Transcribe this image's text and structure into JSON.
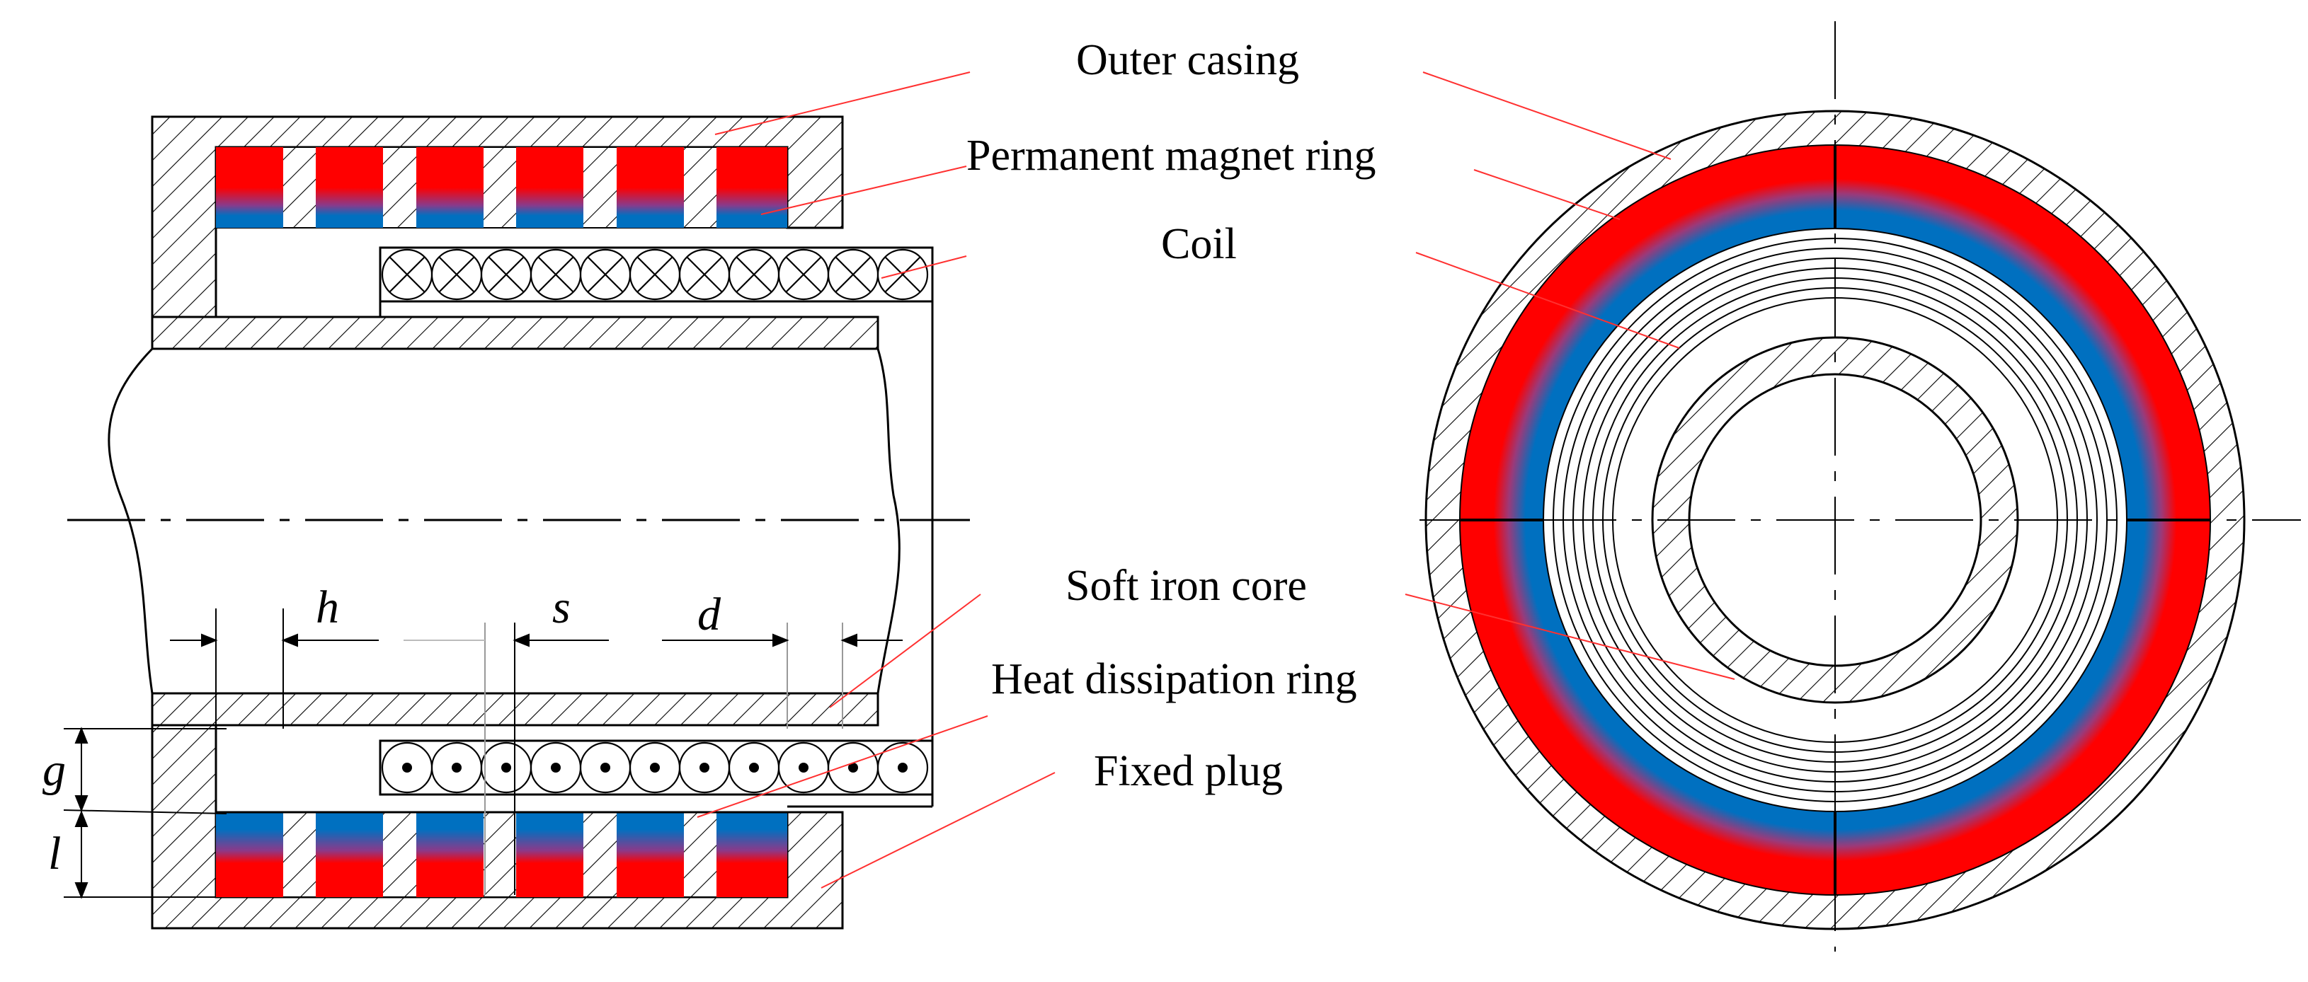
{
  "labels": {
    "outer_casing": "Outer casing",
    "permanent_magnet_ring": "Permanent magnet ring",
    "coil": "Coil",
    "soft_iron_core": "Soft iron core",
    "heat_dissipation_ring": "Heat dissipation ring",
    "fixed_plug": "Fixed plug"
  },
  "dimensions": {
    "h": "h",
    "s": "s",
    "d": "d",
    "g": "g",
    "l": "l"
  },
  "colors": {
    "magnet_north": "#ff0000",
    "magnet_south": "#0070c0",
    "leader_line": "#ff3030",
    "outline": "#000000"
  }
}
